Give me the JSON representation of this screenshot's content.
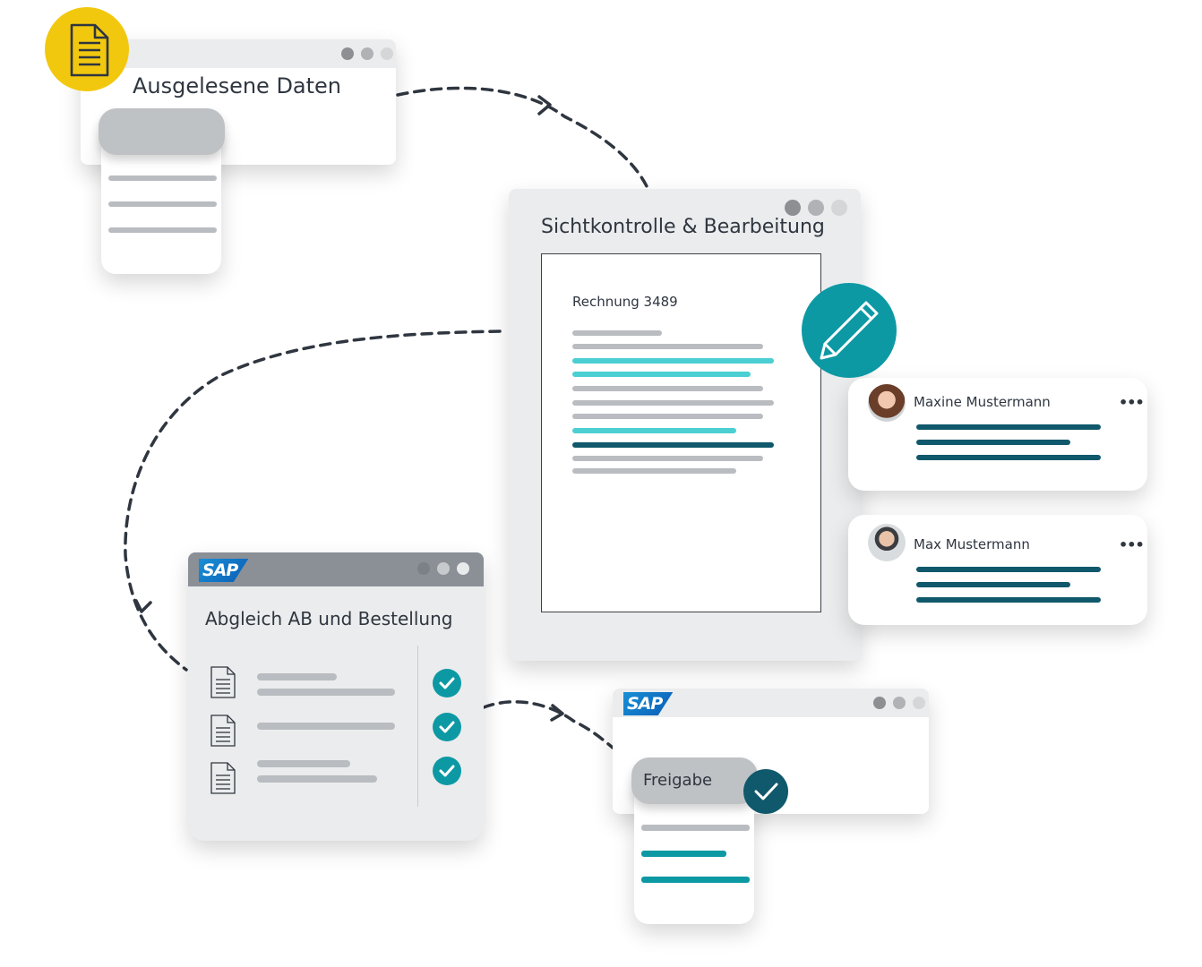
{
  "extracted": {
    "title": "Ausgelesene Daten"
  },
  "review": {
    "title": "Sichtkontrolle & Bearbeitung",
    "invoice": "Rechnung 3489"
  },
  "comments": [
    {
      "name": "Maxine Mustermann"
    },
    {
      "name": "Max Mustermann"
    }
  ],
  "match": {
    "logo": "SAP",
    "title": "Abgleich AB und Bestellung"
  },
  "approval": {
    "logo": "SAP",
    "label": "Freigabe"
  },
  "colors": {
    "accent_yellow": "#f2c80f",
    "accent_teal": "#0d99a4",
    "accent_light_teal": "#4bcfd2",
    "accent_dark_teal": "#10586b",
    "window_gray": "#ebeced",
    "sap_header_gray": "#8b9097"
  }
}
